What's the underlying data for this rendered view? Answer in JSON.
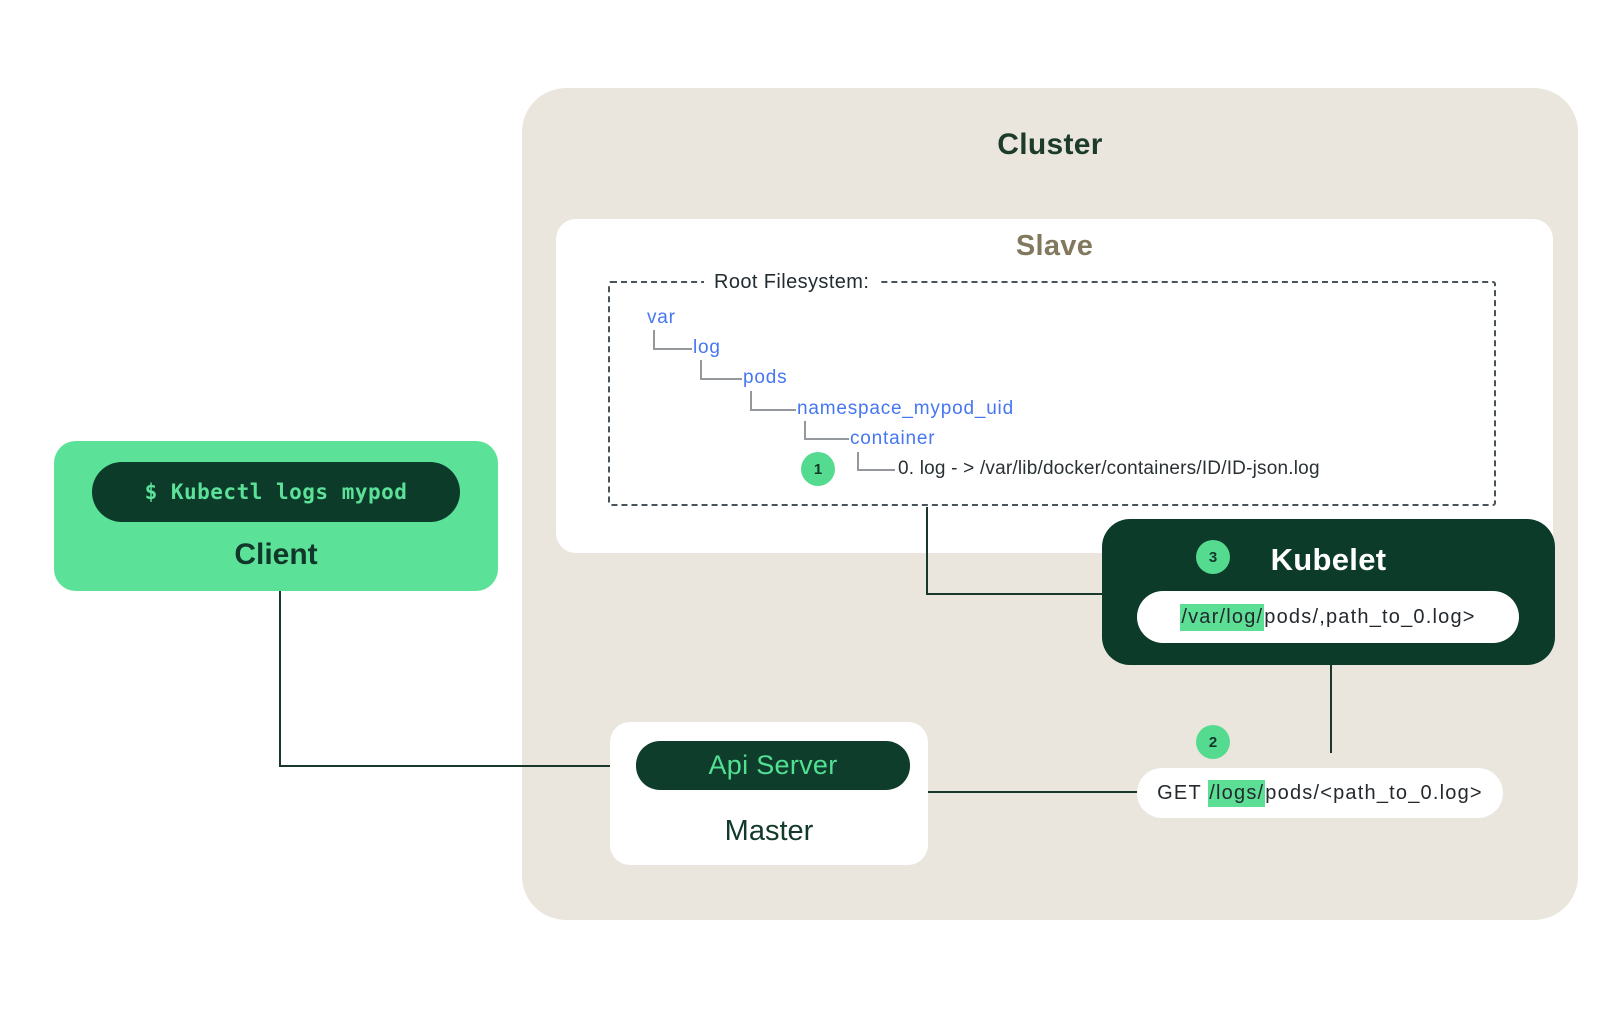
{
  "colors": {
    "accent_green": "#5CE198",
    "dark_green": "#0C3B2A",
    "cluster_beige": "#EBE6DD",
    "tree_blue": "#4677F0",
    "slave_title_brown": "#82785E"
  },
  "client": {
    "command": "$ Kubectl logs mypod",
    "label": "Client"
  },
  "cluster": {
    "title": "Cluster"
  },
  "slave": {
    "title": "Slave",
    "root_label": "Root Filesystem:",
    "step": "1",
    "tree": [
      {
        "label": "var"
      },
      {
        "label": "log"
      },
      {
        "label": "pods"
      },
      {
        "label": "namespace_mypod_uid"
      },
      {
        "label": "container"
      }
    ],
    "leaf": "0. log - > /var/lib/docker/containers/ID/ID-json.log"
  },
  "kubelet": {
    "step": "3",
    "title": "Kubelet",
    "path_highlight": "/var/log/",
    "path_rest": "pods/,path_to_0.log>"
  },
  "request": {
    "step": "2",
    "method": "GET ",
    "highlight": "/logs/",
    "rest": "pods/<path_to_0.log>"
  },
  "master": {
    "pill": "Api Server",
    "label": "Master"
  }
}
